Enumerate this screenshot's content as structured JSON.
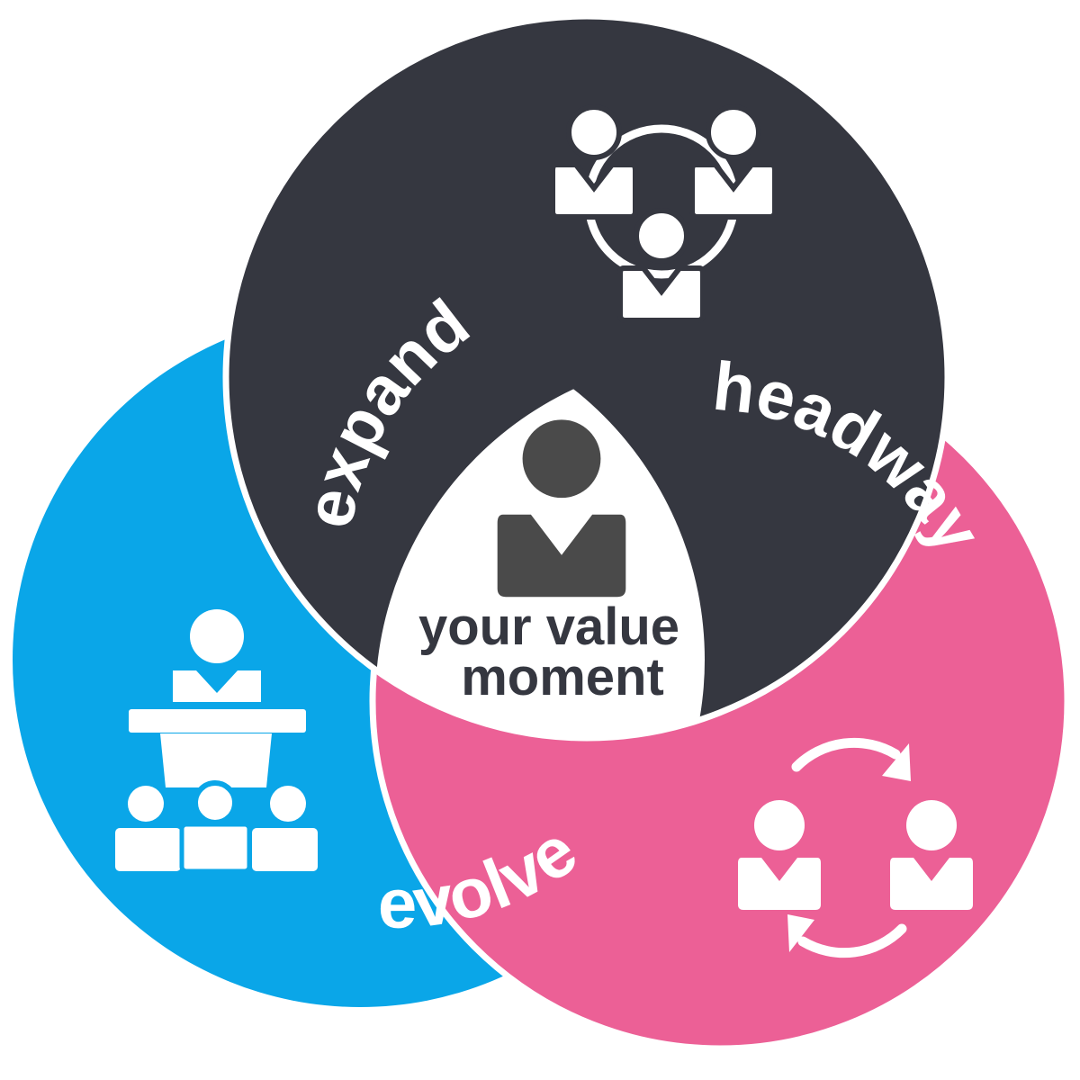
{
  "diagram": {
    "segments": [
      {
        "id": "expand",
        "label": "expand",
        "color": "#353740",
        "icon": "team-network-icon"
      },
      {
        "id": "headway",
        "label": "headway",
        "color": "#ec6096",
        "icon": "exchange-people-icon"
      },
      {
        "id": "evolve",
        "label": "evolve",
        "color": "#0aa6e8",
        "icon": "presenter-audience-icon"
      }
    ],
    "center": {
      "line1": "your value",
      "line2": "moment",
      "icon": "person-icon",
      "color": "#ffffff",
      "text_color": "#353740"
    }
  }
}
